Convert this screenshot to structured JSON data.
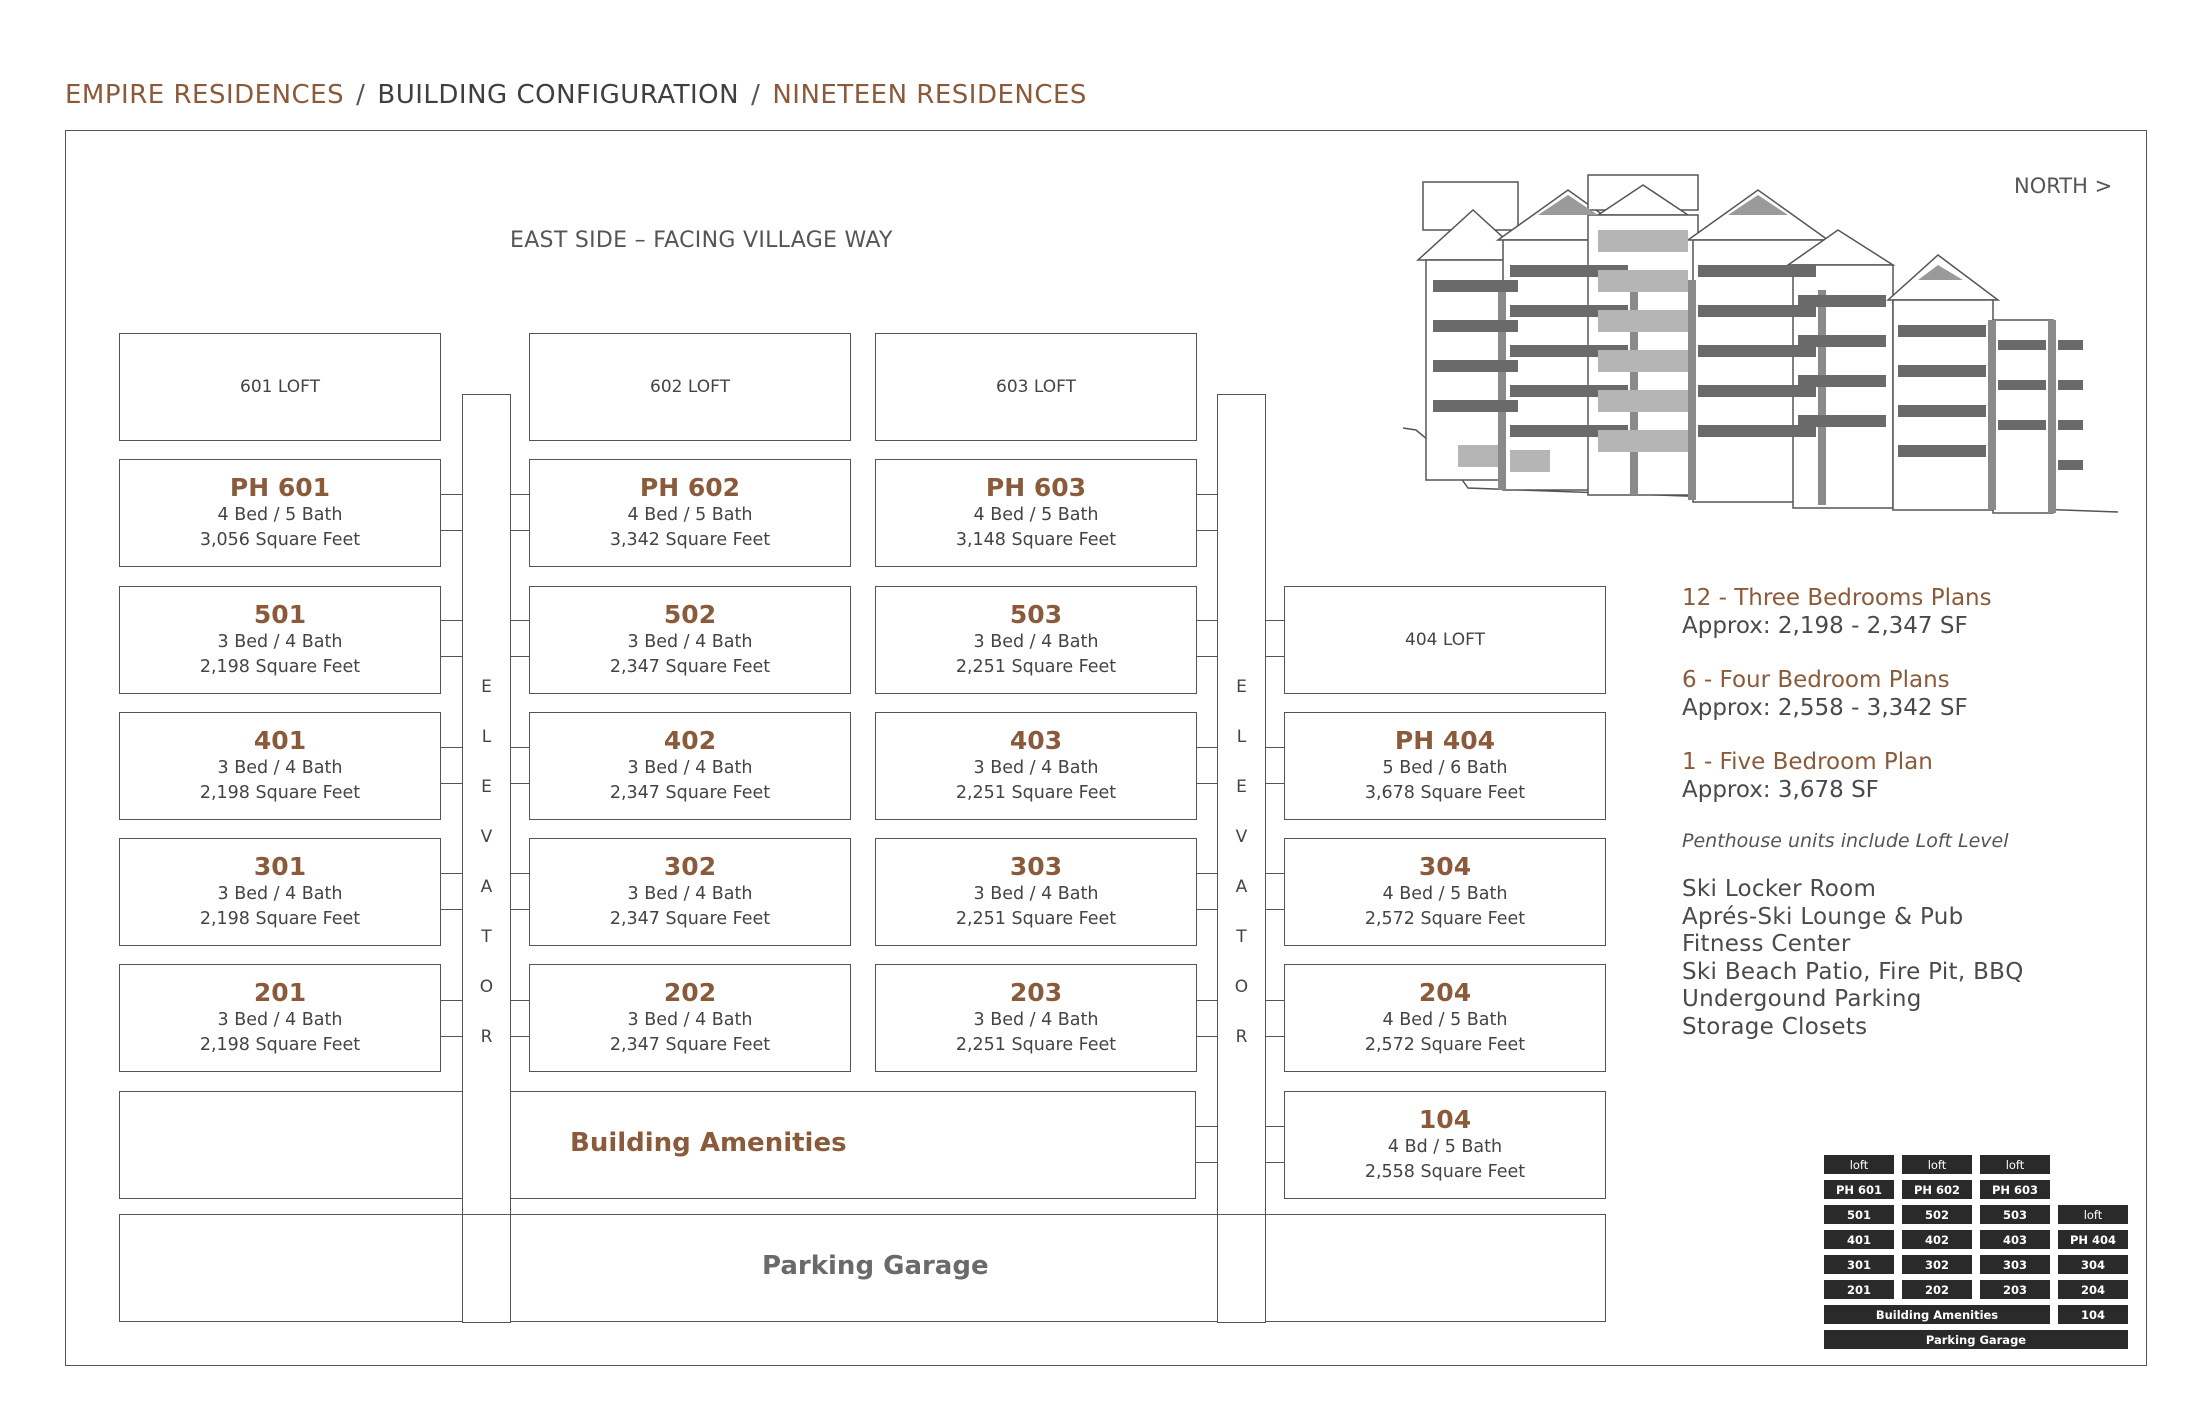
{
  "breadcrumb": {
    "part1": "EMPIRE RESIDENCES",
    "part2": "BUILDING CONFIGURATION",
    "part3": "NINETEEN RESIDENCES",
    "separator": "/"
  },
  "east_side_label": "EAST SIDE – FACING VILLAGE WAY",
  "north_label": "NORTH >",
  "lofts": {
    "l601": "601 LOFT",
    "l602": "602 LOFT",
    "l603": "603 LOFT",
    "l404": "404 LOFT"
  },
  "units": {
    "ph601": {
      "name": "PH 601",
      "beds": "4 Bed / 5 Bath",
      "sqft": "3,056 Square Feet"
    },
    "ph602": {
      "name": "PH 602",
      "beds": "4 Bed / 5 Bath",
      "sqft": "3,342 Square Feet"
    },
    "ph603": {
      "name": "PH 603",
      "beds": "4 Bed / 5 Bath",
      "sqft": "3,148 Square Feet"
    },
    "u501": {
      "name": "501",
      "beds": "3 Bed / 4 Bath",
      "sqft": "2,198 Square Feet"
    },
    "u502": {
      "name": "502",
      "beds": "3 Bed / 4 Bath",
      "sqft": "2,347 Square Feet"
    },
    "u503": {
      "name": "503",
      "beds": "3 Bed / 4 Bath",
      "sqft": "2,251 Square Feet"
    },
    "u401": {
      "name": "401",
      "beds": "3 Bed / 4 Bath",
      "sqft": "2,198 Square Feet"
    },
    "u402": {
      "name": "402",
      "beds": "3 Bed / 4 Bath",
      "sqft": "2,347 Square Feet"
    },
    "u403": {
      "name": "403",
      "beds": "3 Bed / 4 Bath",
      "sqft": "2,251 Square Feet"
    },
    "ph404": {
      "name": "PH 404",
      "beds": "5 Bed / 6 Bath",
      "sqft": "3,678 Square Feet"
    },
    "u301": {
      "name": "301",
      "beds": "3 Bed / 4 Bath",
      "sqft": "2,198 Square Feet"
    },
    "u302": {
      "name": "302",
      "beds": "3 Bed / 4 Bath",
      "sqft": "2,347 Square Feet"
    },
    "u303": {
      "name": "303",
      "beds": "3 Bed / 4 Bath",
      "sqft": "2,251 Square Feet"
    },
    "u304": {
      "name": "304",
      "beds": "4 Bed / 5 Bath",
      "sqft": "2,572 Square Feet"
    },
    "u201": {
      "name": "201",
      "beds": "3 Bed / 4 Bath",
      "sqft": "2,198 Square Feet"
    },
    "u202": {
      "name": "202",
      "beds": "3 Bed / 4 Bath",
      "sqft": "2,347 Square Feet"
    },
    "u203": {
      "name": "203",
      "beds": "3 Bed / 4 Bath",
      "sqft": "2,251 Square Feet"
    },
    "u204": {
      "name": "204",
      "beds": "4 Bed / 5 Bath",
      "sqft": "2,572 Square Feet"
    },
    "u104": {
      "name": "104",
      "beds": "4 Bd / 5 Bath",
      "sqft": "2,558 Square Feet"
    }
  },
  "elevator_letters": [
    "E",
    "L",
    "E",
    "V",
    "A",
    "T",
    "O",
    "R"
  ],
  "building_amenities": "Building Amenities",
  "parking_garage": "Parking Garage",
  "info": {
    "plan1": "12 - Three Bedrooms Plans",
    "approx1": "Approx: 2,198 - 2,347 SF",
    "plan2": "6 - Four Bedroom Plans",
    "approx2": "Approx: 2,558 - 3,342 SF",
    "plan3": "1 - Five Bedroom Plan",
    "approx3": "Approx: 3,678 SF",
    "note": "Penthouse units include Loft Level",
    "amenities": [
      "Ski Locker Room",
      "Aprés-Ski Lounge & Pub",
      "Fitness Center",
      "Ski Beach Patio, Fire Pit, BBQ",
      "Undergound Parking",
      "Storage Closets"
    ]
  },
  "key_map": {
    "loft": "loft",
    "ph601": "PH 601",
    "ph602": "PH 602",
    "ph603": "PH 603",
    "ph404": "PH 404",
    "u501": "501",
    "u502": "502",
    "u503": "503",
    "u401": "401",
    "u402": "402",
    "u403": "403",
    "u301": "301",
    "u302": "302",
    "u303": "303",
    "u304": "304",
    "u201": "201",
    "u202": "202",
    "u203": "203",
    "u204": "204",
    "u104": "104",
    "amenities": "Building Amenities",
    "parking": "Parking Garage"
  }
}
